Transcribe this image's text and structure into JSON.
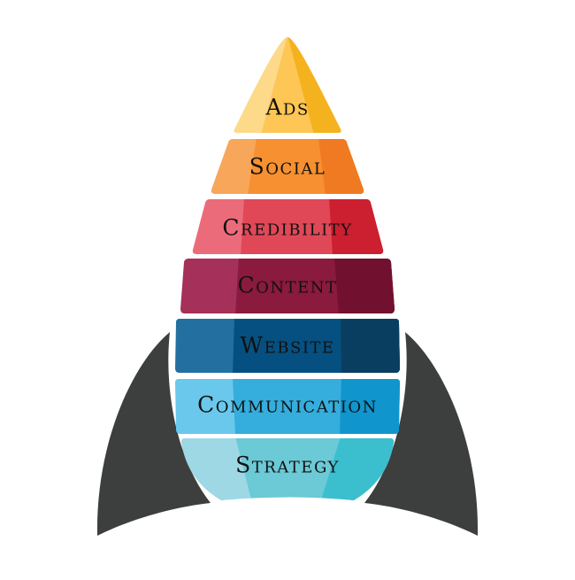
{
  "diagram": {
    "title": "Rocket marketing pyramid",
    "layers": [
      {
        "label": "Ads",
        "colors": [
          "#fdd98a",
          "#fdc655",
          "#f5b21f"
        ]
      },
      {
        "label": "Social",
        "colors": [
          "#f8a65a",
          "#f69030",
          "#f07a22"
        ]
      },
      {
        "label": "Credibility",
        "colors": [
          "#ec6b7a",
          "#e04858",
          "#cc1f30"
        ]
      },
      {
        "label": "Content",
        "colors": [
          "#a5305a",
          "#8a1a3e",
          "#721030"
        ]
      },
      {
        "label": "Website",
        "colors": [
          "#2370a0",
          "#055080",
          "#0a3e60"
        ]
      },
      {
        "label": "Communication",
        "colors": [
          "#6ac8ec",
          "#35aedd",
          "#1095cc"
        ]
      },
      {
        "label": "Strategy",
        "colors": [
          "#9ed8e4",
          "#6cc9d6",
          "#3bbfcf"
        ]
      }
    ],
    "fin_color": "#3d3f3e"
  }
}
